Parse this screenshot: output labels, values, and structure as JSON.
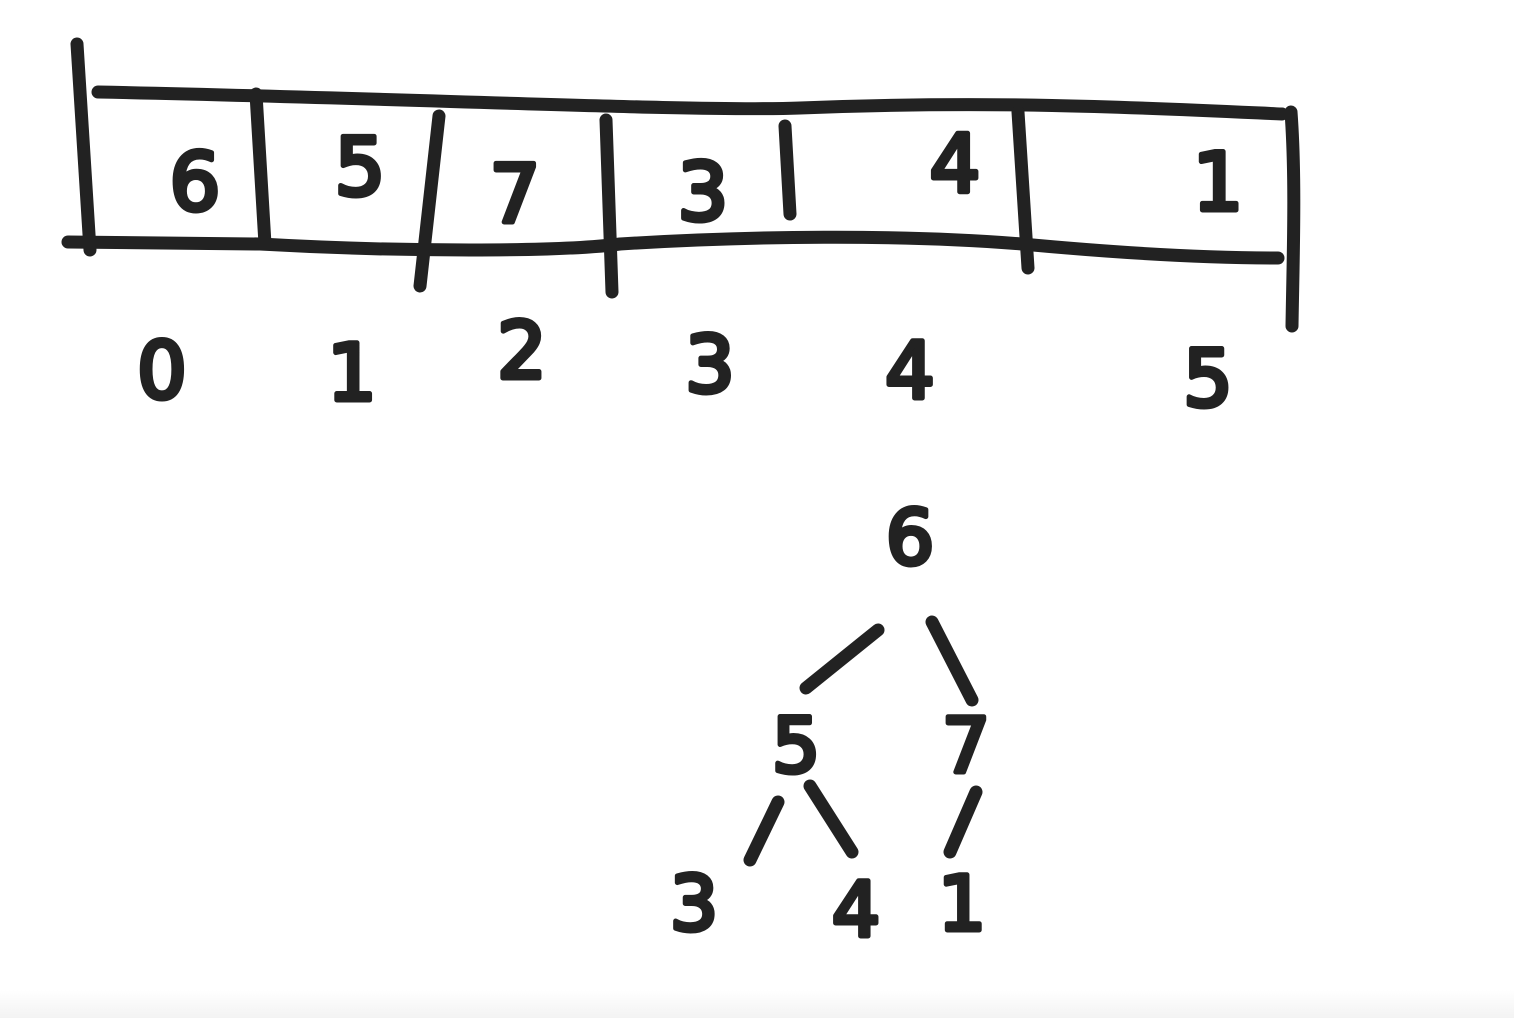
{
  "array": {
    "cells": [
      "6",
      "5",
      "7",
      "3",
      "4",
      "1"
    ],
    "indices": [
      "0",
      "1",
      "2",
      "3",
      "4",
      "5"
    ]
  },
  "tree": {
    "root": "6",
    "left": "5",
    "right": "7",
    "left_left": "3",
    "left_right": "4",
    "right_left": "1"
  }
}
